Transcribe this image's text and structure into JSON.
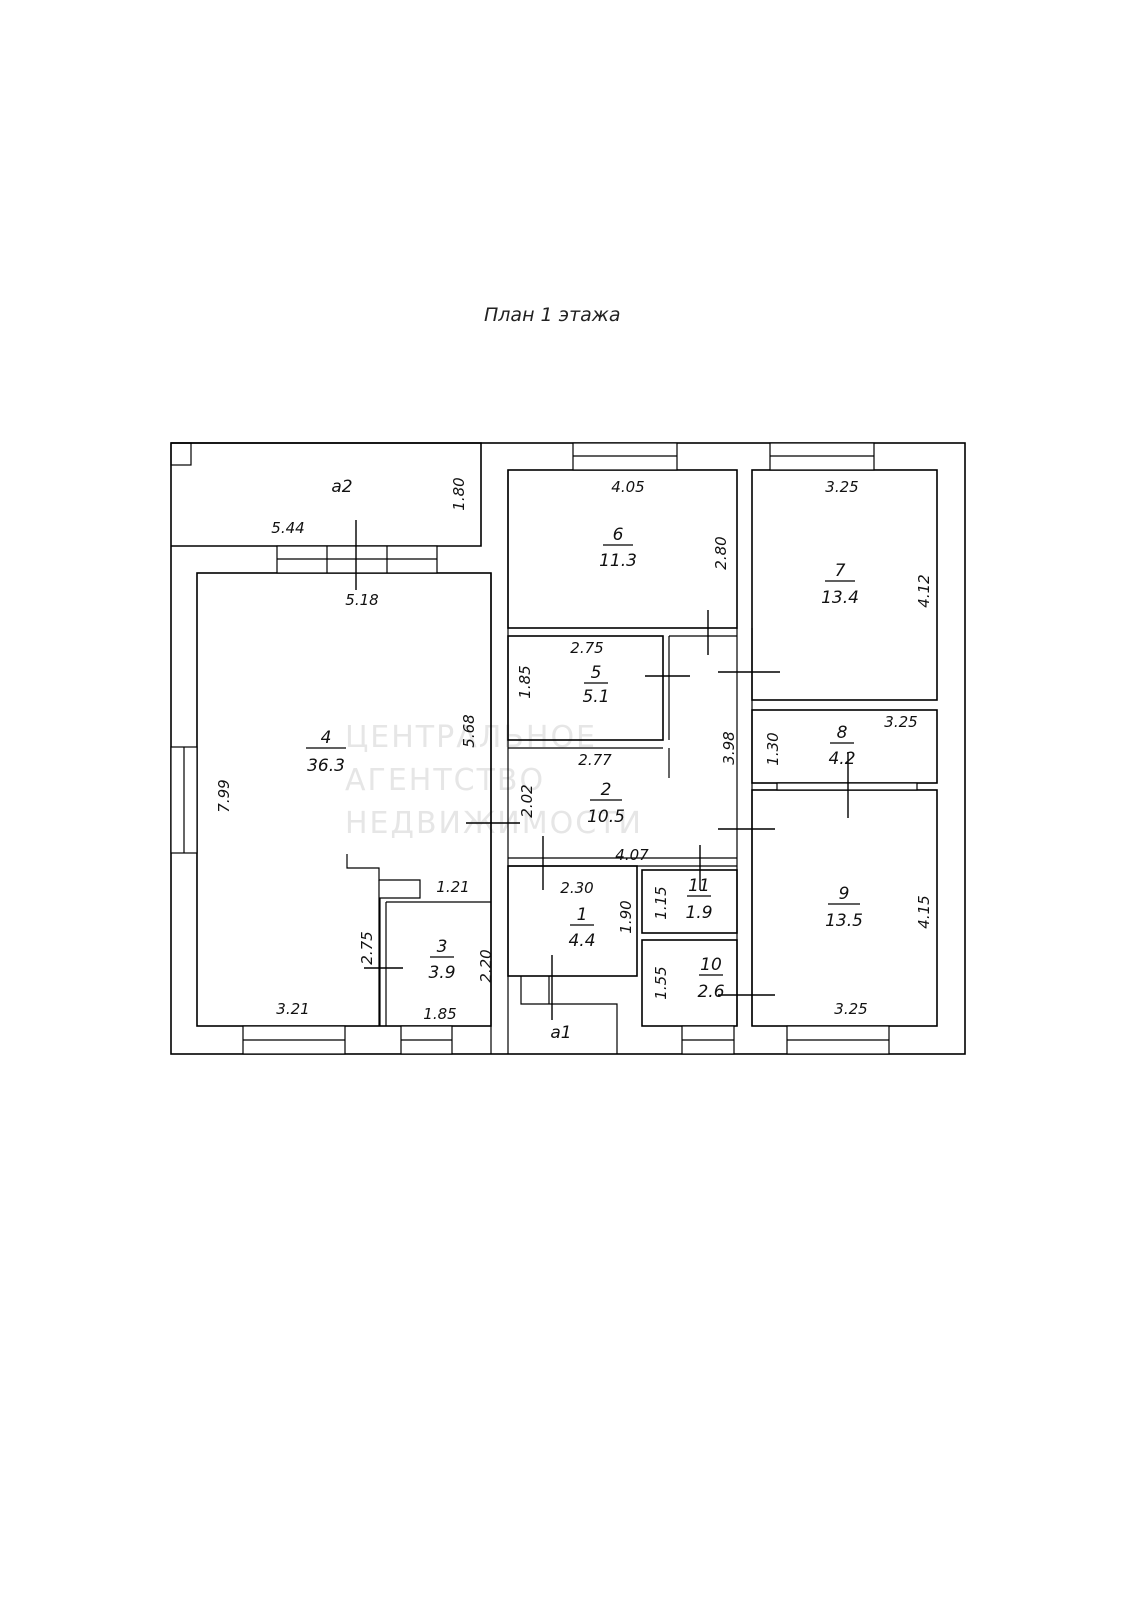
{
  "title": "План 1 этажа",
  "watermark": [
    "ЦЕНТРАЛЬНОЕ",
    "АГЕНТСТВО",
    "НЕДВИЖИМОСТИ"
  ],
  "rooms": [
    {
      "id": "1",
      "number": "1",
      "area": "4.4"
    },
    {
      "id": "2",
      "number": "2",
      "area": "10.5"
    },
    {
      "id": "3",
      "number": "3",
      "area": "3.9"
    },
    {
      "id": "4",
      "number": "4",
      "area": "36.3"
    },
    {
      "id": "5",
      "number": "5",
      "area": "5.1"
    },
    {
      "id": "6",
      "number": "6",
      "area": "11.3"
    },
    {
      "id": "7",
      "number": "7",
      "area": "13.4"
    },
    {
      "id": "8",
      "number": "8",
      "area": "4.2"
    },
    {
      "id": "9",
      "number": "9",
      "area": "13.5"
    },
    {
      "id": "10",
      "number": "10",
      "area": "2.6"
    },
    {
      "id": "11",
      "number": "11",
      "area": "1.9"
    }
  ],
  "labels": {
    "a1": "а1",
    "a2": "а2"
  },
  "dimensions": {
    "a2_w": "5.44",
    "a2_h": "1.80",
    "r4_top": "5.18",
    "r4_side": "7.99",
    "r4_right": "5.68",
    "r4_bottom": "3.21",
    "r4_niche": "1.21",
    "r4_niche_h": "2.75",
    "r3_w": "1.85",
    "r3_h": "2.20",
    "r6_w": "4.05",
    "r6_h": "2.80",
    "r7_w": "3.25",
    "r7_h": "4.12",
    "r5_w": "2.75",
    "r5_h": "1.85",
    "r2_w": "2.77",
    "r2_h": "2.02",
    "r2_v": "3.98",
    "r2_bottom": "4.07",
    "r8_h": "1.30",
    "r8_w": "3.25",
    "r1_w": "2.30",
    "r1_h": "1.90",
    "r11_h": "1.15",
    "r10_h": "1.55",
    "r9_h": "4.15",
    "r9_w": "3.25"
  }
}
